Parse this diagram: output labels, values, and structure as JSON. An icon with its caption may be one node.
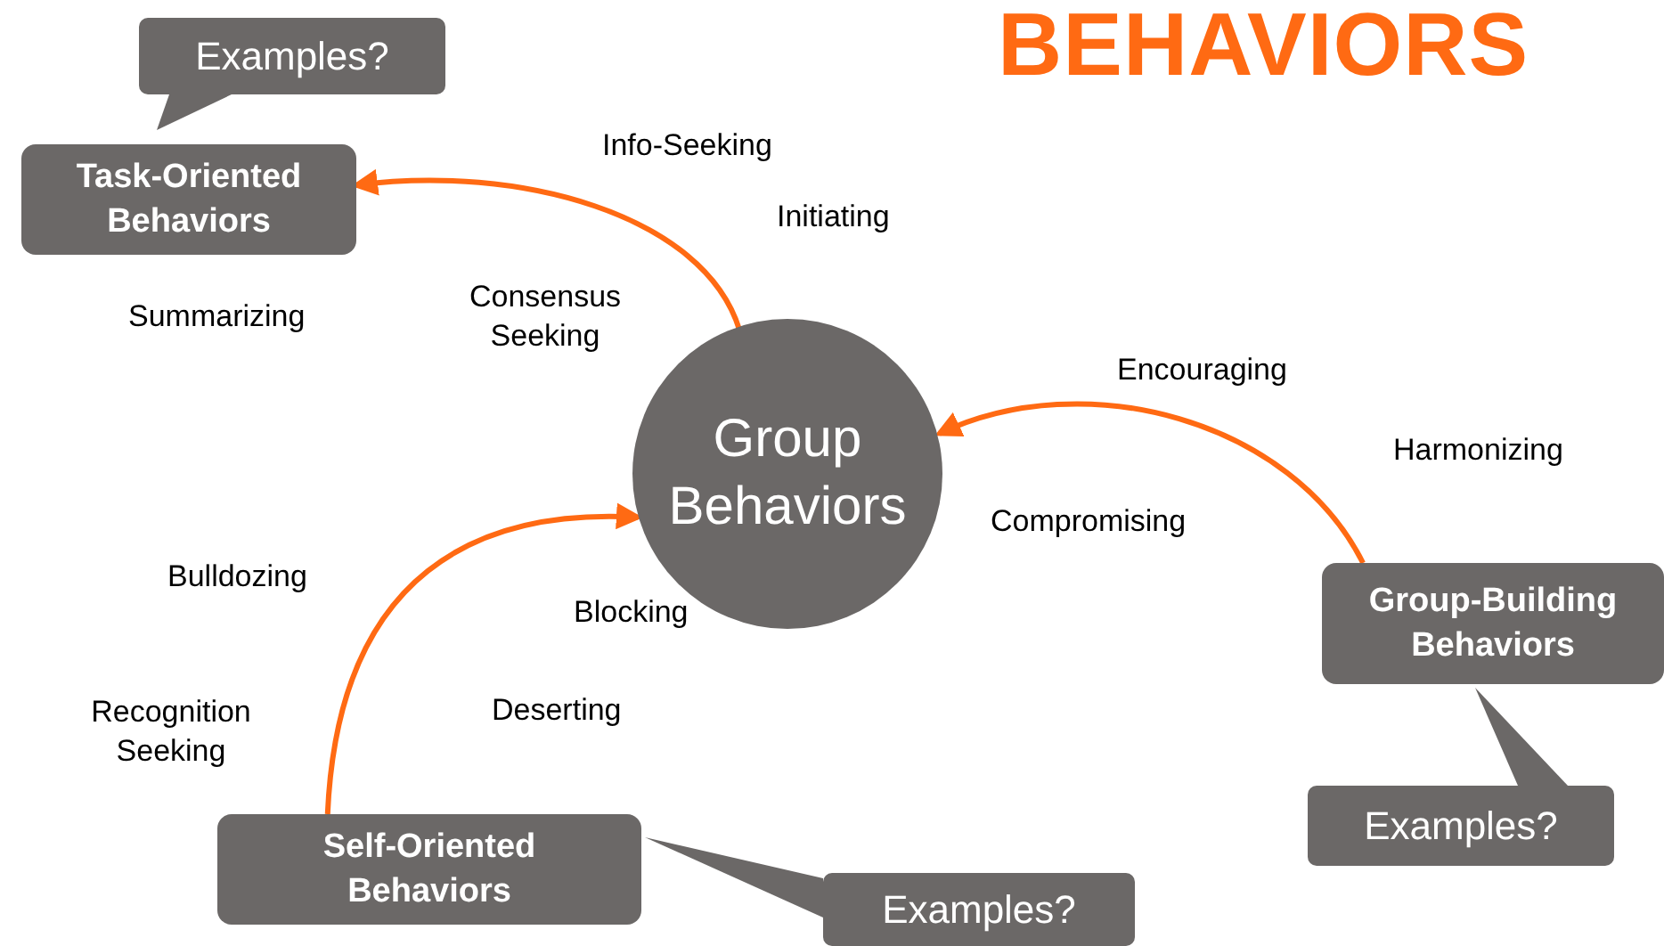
{
  "diagram": {
    "title": "BEHAVIORS",
    "nodes": [
      {
        "text": [
          "Examples?"
        ]
      },
      {
        "text": [
          "Task-Oriented Behaviors"
        ]
      },
      {
        "text": [
          "Group Behaviors"
        ]
      },
      {
        "text": [
          "Group-Building Behaviors"
        ]
      },
      {
        "text": [
          "Examples?"
        ]
      },
      {
        "text": [
          "Self-Oriented Behaviors"
        ]
      },
      {
        "text": [
          "Examples?"
        ]
      }
    ],
    "edges": [
      {
        "from": 2,
        "to": 1,
        "arrow": "to"
      },
      {
        "from": 3,
        "to": 2,
        "arrow": "to"
      },
      {
        "from": 5,
        "to": 2,
        "arrow": "to"
      }
    ],
    "labels": [
      "Info-Seeking",
      "Initiating",
      "Consensus Seeking",
      "Summarizing",
      "Encouraging",
      "Harmonizing",
      "Compromising",
      "Bulldozing",
      "Blocking",
      "Recognition Seeking",
      "Deserting"
    ]
  }
}
